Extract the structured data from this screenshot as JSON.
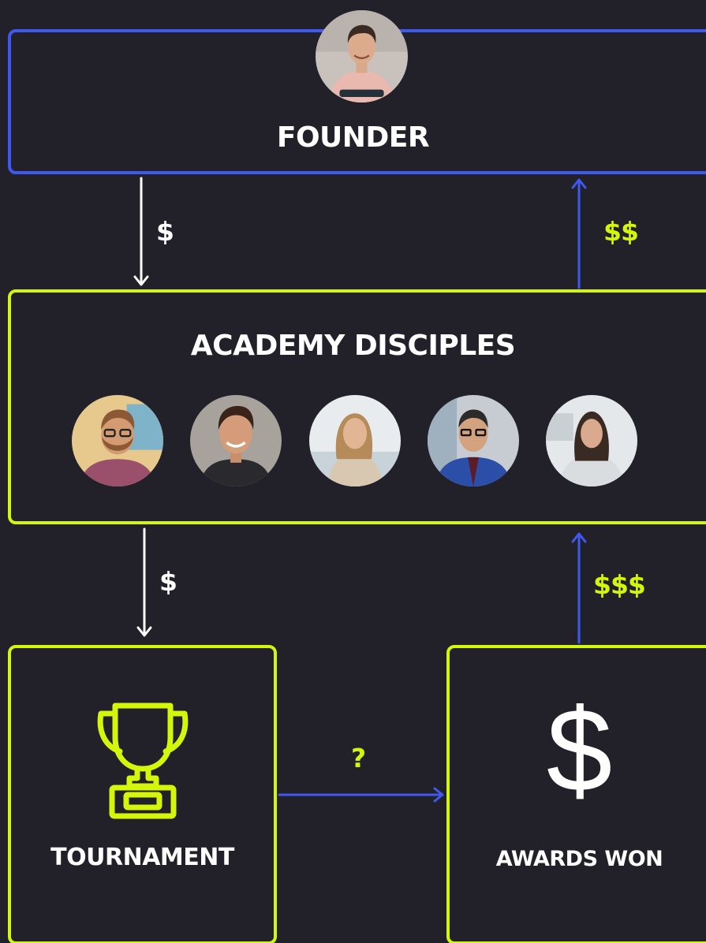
{
  "nodes": {
    "founder": {
      "label": "FOUNDER"
    },
    "academy": {
      "label": "ACADEMY DISCIPLES",
      "avatars": [
        {
          "icon": "person-man-glasses-beard-icon"
        },
        {
          "icon": "person-man-smiling-icon"
        },
        {
          "icon": "person-woman-blonde-icon"
        },
        {
          "icon": "person-man-suit-glasses-icon"
        },
        {
          "icon": "person-woman-dark-hair-icon"
        }
      ]
    },
    "tournament": {
      "label": "TOURNAMENT",
      "icon": "trophy-icon"
    },
    "awards": {
      "label": "AWARDS WON",
      "icon": "dollar-sign-icon",
      "symbol": "$"
    }
  },
  "edges": {
    "founder_to_academy": {
      "label": "$"
    },
    "academy_to_founder": {
      "label": "$$"
    },
    "academy_to_tournament": {
      "label": "$"
    },
    "awards_to_academy": {
      "label": "$$$"
    },
    "tournament_to_awards": {
      "label": "?"
    }
  },
  "colors": {
    "background": "#22212a",
    "blue": "#3f58f0",
    "lime": "#d4f60a",
    "text": "#ffffff"
  }
}
